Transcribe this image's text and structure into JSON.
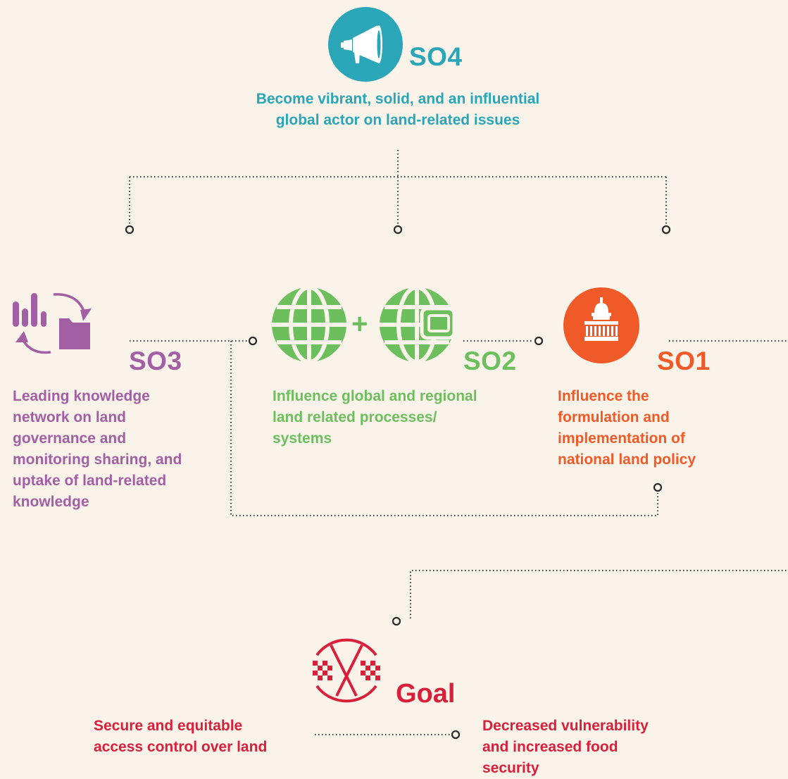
{
  "so4": {
    "title": "SO4",
    "description_lines": [
      "Become vibrant, solid, and an influential",
      "global actor on land-related issues"
    ],
    "color": "#2aa6b8",
    "icon": "megaphone-icon"
  },
  "so3": {
    "title": "SO3",
    "description_lines": [
      "Leading knowledge",
      "network on land",
      "governance and",
      "monitoring sharing, and",
      "uptake of land-related",
      "knowledge"
    ],
    "color": "#a35fa4",
    "icon": "knowledge-cycle-icon"
  },
  "so2": {
    "title": "SO2",
    "plus": "+",
    "description_lines": [
      "Influence global and regional",
      "land related processes/",
      "systems"
    ],
    "color": "#6dbf5e",
    "icons": [
      "globe-icon",
      "globe-window-icon"
    ]
  },
  "so1": {
    "title": "SO1",
    "description_lines": [
      "Influence the",
      "formulation and",
      "implementation of",
      "national land policy"
    ],
    "color": "#f05a28",
    "icon": "capitol-icon"
  },
  "goal": {
    "title": "Goal",
    "color": "#d8203a",
    "icon": "checkered-flags-icon",
    "left_lines": [
      "Secure and equitable",
      "access control over land"
    ],
    "right_lines": [
      "Decreased vulnerability",
      "and increased food",
      "security"
    ]
  },
  "connector_color": "#3a3a3a"
}
